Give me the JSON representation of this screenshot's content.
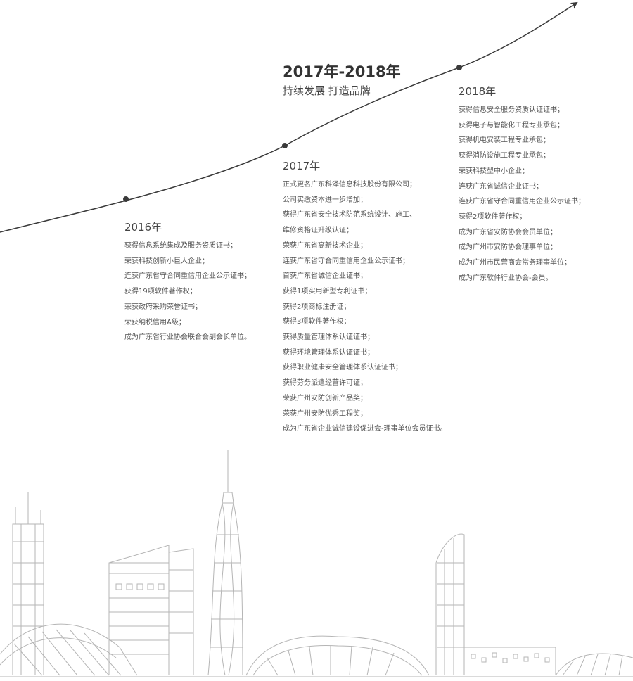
{
  "heading": {
    "title": "2017年-2018年",
    "subtitle": "持续发展  打造品牌"
  },
  "milestones": [
    {
      "year": "2016年",
      "items": [
        "获得信息系统集成及服务资质证书；",
        "荣获科技创新小巨人企业；",
        "连获广东省守合同重信用企业公示证书；",
        "获得19项软件著作权；",
        "荣获政府采购荣誉证书；",
        "荣获纳税信用A级；",
        "成为广东省行业协会联合会副会长单位。"
      ]
    },
    {
      "year": "2017年",
      "items": [
        "正式更名广东科泽信息科技股份有限公司；",
        "公司实缴资本进一步增加；",
        "获得广东省安全技术防范系统设计、施工、",
        "维修资格证升级认证；",
        "荣获广东省高新技术企业；",
        "连获广东省守合同重信用企业公示证书；",
        "首获广东省诚信企业证书；",
        "获得1项实用新型专利证书；",
        "获得2项商标注册证；",
        "获得3项软件著作权；",
        "获得质量管理体系认证证书；",
        "获得环境管理体系认证证书；",
        "获得职业健康安全管理体系认证证书；",
        "获得劳务派遣经营许可证；",
        "荣获广州安防创新产品奖；",
        "荣获广州安防优秀工程奖；",
        "成为广东省企业诚信建设促进会-理事单位会员证书。"
      ]
    },
    {
      "year": "2018年",
      "items": [
        "获得信息安全服务资质认证证书；",
        "获得电子与智能化工程专业承包；",
        "获得机电安装工程专业承包；",
        "获得消防设施工程专业承包；",
        "荣获科技型中小企业；",
        "连获广东省诚信企业证书；",
        "连获广东省守合同重信用企业公示证书；",
        "获得2项软件著作权；",
        "成为广东省安防协会会员单位；",
        "成为广州市安防协会理事单位；",
        "成为广州市民营商会常务理事单位；",
        "成为广东软件行业协会-会员。"
      ]
    }
  ],
  "colors": {
    "line": "#3a3a3a",
    "skyline": "#b5b5b5",
    "heading": "#333333",
    "text": "#555555"
  }
}
